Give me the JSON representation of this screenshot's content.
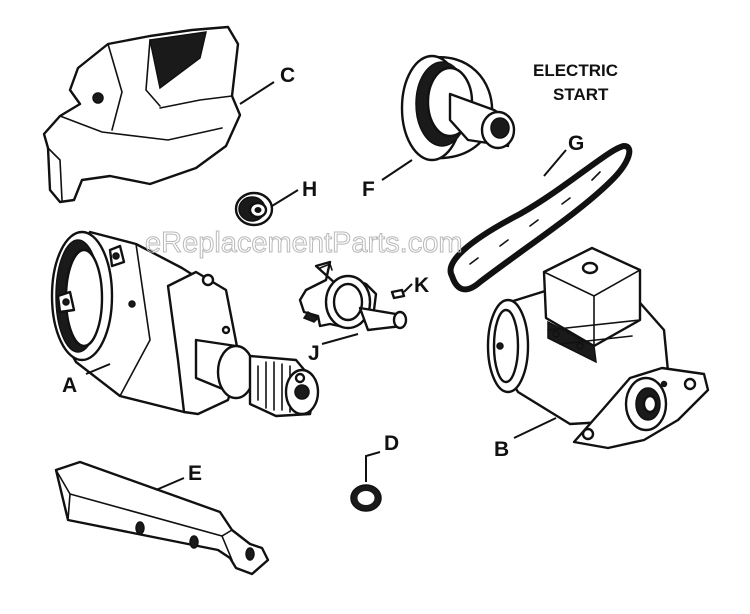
{
  "heading": {
    "line1": "ELECTRIC",
    "line2": "START"
  },
  "watermark": "eReplacementParts.com",
  "callouts": {
    "A": "A",
    "B": "B",
    "C": "C",
    "D": "D",
    "E": "E",
    "F": "F",
    "G": "G",
    "H": "H",
    "J": "J",
    "K": "K"
  }
}
